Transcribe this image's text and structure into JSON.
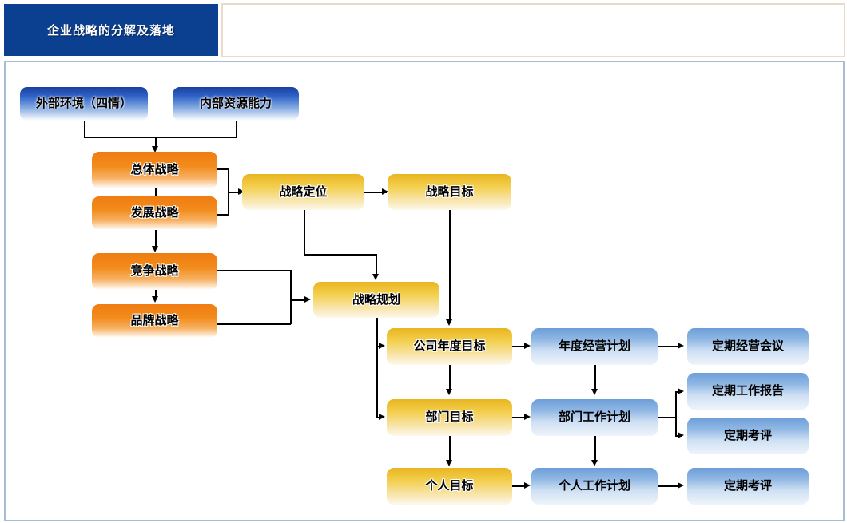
{
  "header": {
    "title": "企业战略的分解及落地",
    "title_bg": "#0b3f8f",
    "blank_panel_border": "#e8dcc8"
  },
  "frame": {
    "border_color": "#a9bcd6"
  },
  "palette": {
    "deep_blue": "#1b3f9e",
    "orange": "#f07c12",
    "gold": "#e8b520",
    "light_blue": "#6d9ed8",
    "connector": "#000000"
  },
  "nodes": {
    "external_env": {
      "label": "外部环境（四情）",
      "style": "blue-deep"
    },
    "internal_res": {
      "label": "内部资源能力",
      "style": "blue-deep"
    },
    "overall_strategy": {
      "label": "总体战略",
      "style": "orange"
    },
    "develop_strategy": {
      "label": "发展战略",
      "style": "orange"
    },
    "compete_strategy": {
      "label": "竞争战略",
      "style": "orange"
    },
    "brand_strategy": {
      "label": "品牌战略",
      "style": "orange"
    },
    "strategy_position": {
      "label": "战略定位",
      "style": "gold"
    },
    "strategy_goal": {
      "label": "战略目标",
      "style": "gold"
    },
    "strategy_plan": {
      "label": "战略规划",
      "style": "gold"
    },
    "company_year_goal": {
      "label": "公司年度目标",
      "style": "gold"
    },
    "dept_goal": {
      "label": "部门目标",
      "style": "gold"
    },
    "person_goal": {
      "label": "个人目标",
      "style": "gold"
    },
    "year_biz_plan": {
      "label": "年度经营计划",
      "style": "blue-light"
    },
    "dept_work_plan": {
      "label": "部门工作计划",
      "style": "blue-light"
    },
    "person_work_plan": {
      "label": "个人工作计划",
      "style": "blue-light"
    },
    "regular_biz_meet": {
      "label": "定期经营会议",
      "style": "blue-light"
    },
    "regular_work_rep": {
      "label": "定期工作报告",
      "style": "blue-light"
    },
    "regular_review_1": {
      "label": "定期考评",
      "style": "blue-light"
    },
    "regular_review_2": {
      "label": "定期考评",
      "style": "blue-light"
    }
  }
}
